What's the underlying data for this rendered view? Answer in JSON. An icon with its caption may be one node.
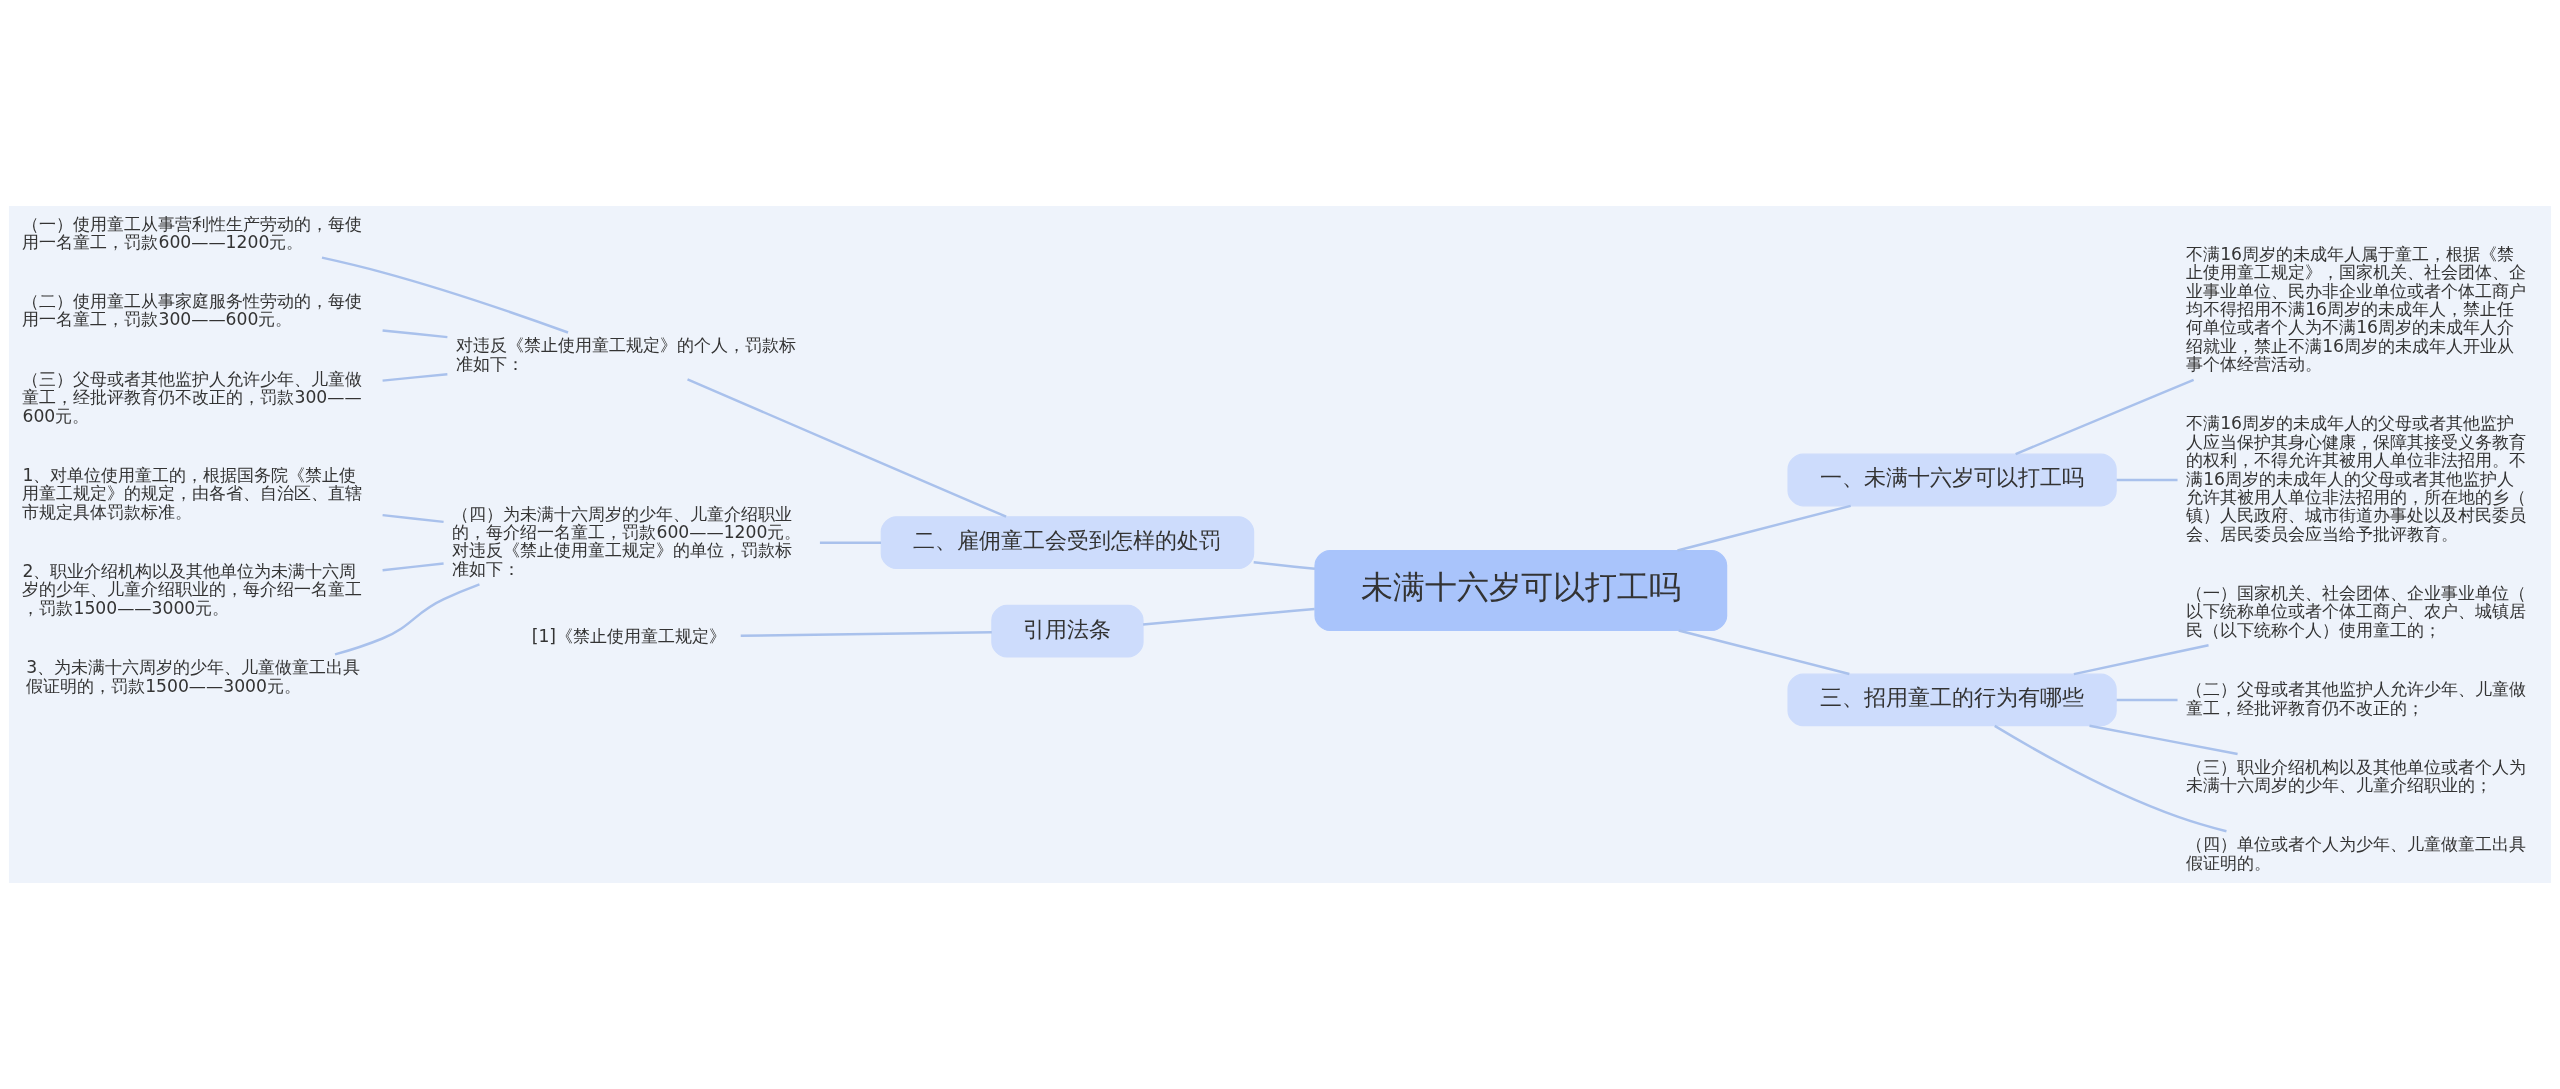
{
  "diagram": {
    "nodes": [
      {
        "text": [
          "未满十六岁可以打工吗"
        ]
      },
      {
        "text": [
          "一、未满十六岁可以打工吗"
        ]
      },
      {
        "text": [
          "不满16周岁的未成年人属于童工，根据《禁止使用童工规定》，国家机关、社会团体、企业事业单位、民办非企业单位或者个体工商户均不得招用不满16周岁的未成年人，禁止任何单位或者个人为不满16周岁的未成年人介绍就业，禁止不满16周岁的未成年人开业从事个体经营活动。"
        ]
      },
      {
        "text": [
          "不满16周岁的未成年人的父母或者其他监护人应当保护其身心健康，保障其接受义务教育的权利，不得允许其被用人单位非法招用。不满16周岁的未成年人的父母或者其他监护人允许其被用人单位非法招用的，所在地的乡（镇）人民政府、城市街道办事处以及村民委员会、居民委员会应当给予批评教育。"
        ]
      },
      {
        "text": [
          "二、雇佣童工会受到怎样的处罚"
        ]
      },
      {
        "text": [
          "对违反《禁止使用童工规定》的个人，罚款标准如下："
        ]
      },
      {
        "text": [
          "（一）使用童工从事营利性生产劳动的，每使用一名童工，罚款600——1200元。"
        ]
      },
      {
        "text": [
          "（二）使用童工从事家庭服务性劳动的，每使用一名童工，罚款300——600元。"
        ]
      },
      {
        "text": [
          "（三）父母或者其他监护人允许少年、儿童做童工，经批评教育仍不改正的，罚款300——600元。"
        ]
      },
      {
        "text": [
          "（四）为未满十六周岁的少年、儿童介绍职业的，每介绍一名童工，罚款600——1200元。对违反《禁止使用童工规定》的单位，罚款标准如下："
        ]
      },
      {
        "text": [
          "1、对单位使用童工的，根据国务院《禁止使用童工规定》的规定，由各省、自治区、直辖市规定具体罚款标准。"
        ]
      },
      {
        "text": [
          "2、职业介绍机构以及其他单位为未满十六周岁的少年、儿童介绍职业的，每介绍一名童工，罚款1500——3000元。"
        ]
      },
      {
        "text": [
          "3、为未满十六周岁的少年、儿童做童工出具假证明的，罚款1500——3000元。"
        ]
      },
      {
        "text": [
          "三、招用童工的行为有哪些"
        ]
      },
      {
        "text": [
          "（一）国家机关、社会团体、企业事业单位（以下统称单位或者个体工商户、农户、城镇居民（以下统称个人）使用童工的；"
        ]
      },
      {
        "text": [
          "（二）父母或者其他监护人允许少年、儿童做童工，经批评教育仍不改正的；"
        ]
      },
      {
        "text": [
          "（三）职业介绍机构以及其他单位或者个人为未满十六周岁的少年、儿童介绍职业的；"
        ]
      },
      {
        "text": [
          "（四）单位或者个人为少年、儿童做童工出具假证明的。"
        ]
      },
      {
        "text": [
          "引用法条"
        ]
      },
      {
        "text": [
          "[1]《禁止使用童工规定》"
        ]
      }
    ],
    "edges": [
      {
        "from": 0,
        "to": 1,
        "arrow": "none"
      },
      {
        "from": 1,
        "to": 2,
        "arrow": "none"
      },
      {
        "from": 1,
        "to": 3,
        "arrow": "none"
      },
      {
        "from": 0,
        "to": 4,
        "arrow": "none"
      },
      {
        "from": 4,
        "to": 5,
        "arrow": "none"
      },
      {
        "from": 5,
        "to": 6,
        "arrow": "none"
      },
      {
        "from": 5,
        "to": 7,
        "arrow": "none"
      },
      {
        "from": 5,
        "to": 8,
        "arrow": "none"
      },
      {
        "from": 4,
        "to": 9,
        "arrow": "none"
      },
      {
        "from": 9,
        "to": 10,
        "arrow": "none"
      },
      {
        "from": 9,
        "to": 11,
        "arrow": "none"
      },
      {
        "from": 9,
        "to": 12,
        "arrow": "none"
      },
      {
        "from": 0,
        "to": 13,
        "arrow": "none"
      },
      {
        "from": 13,
        "to": 14,
        "arrow": "none"
      },
      {
        "from": 13,
        "to": 15,
        "arrow": "none"
      },
      {
        "from": 13,
        "to": 16,
        "arrow": "none"
      },
      {
        "from": 13,
        "to": 17,
        "arrow": "none"
      },
      {
        "from": 0,
        "to": 18,
        "arrow": "none"
      },
      {
        "from": 18,
        "to": 19,
        "arrow": "none"
      }
    ]
  }
}
